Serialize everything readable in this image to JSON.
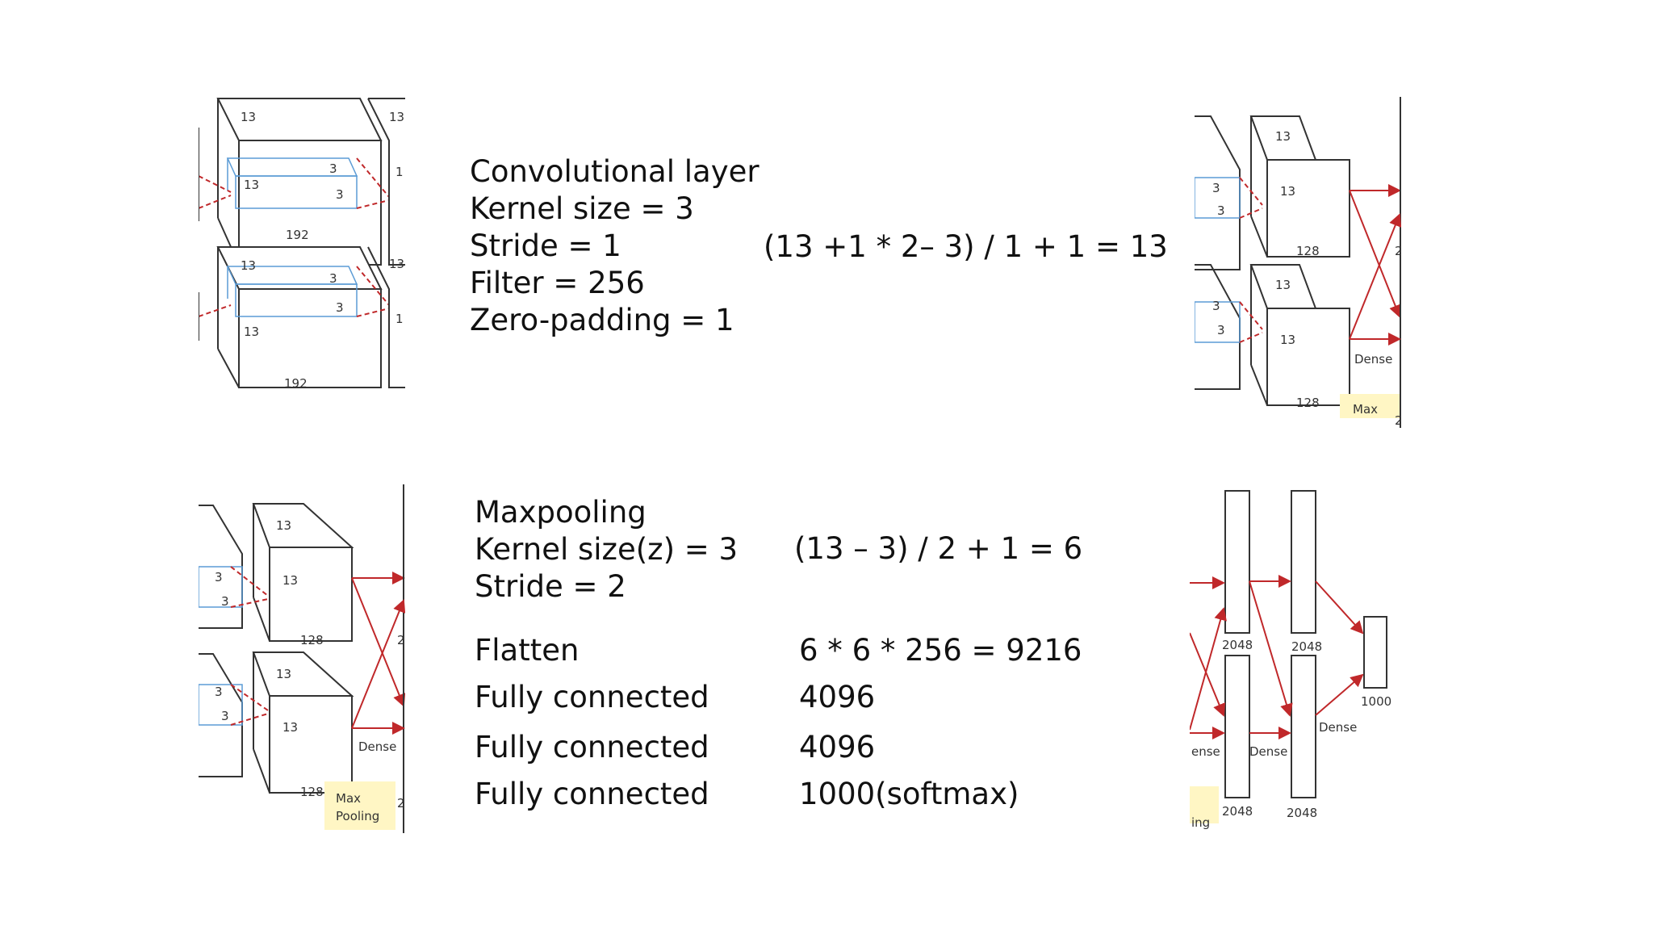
{
  "conv": {
    "lines": [
      "Convolutional layer",
      "Kernel size = 3",
      "Stride = 1",
      "Filter = 256",
      "Zero-padding = 1"
    ],
    "formula": "(13 +1 * 2– 3) / 1 + 1 = 13"
  },
  "pool": {
    "lines": [
      "Maxpooling",
      "Kernel size(z) = 3",
      "Stride = 2"
    ],
    "formula": "(13 – 3) / 2 + 1 = 6"
  },
  "layers": [
    {
      "label": "Flatten",
      "value": "6 * 6 * 256 = 9216"
    },
    {
      "label": "Fully connected",
      "value": "4096"
    },
    {
      "label": "Fully connected",
      "value": "4096"
    },
    {
      "label": "Fully connected",
      "value": "1000(softmax)"
    }
  ],
  "diagram_conv_left": {
    "top": {
      "depth": "13",
      "height": "13",
      "kernel_a": "3",
      "kernel_b": "3",
      "width": "192",
      "next": "13",
      "next2": "1"
    },
    "bottom": {
      "depth": "13",
      "height": "13",
      "kernel_a": "3",
      "kernel_b": "3",
      "width": "192",
      "next": "13",
      "next2": "1"
    }
  },
  "diagram_conv_right": {
    "top": {
      "kernel_a": "3",
      "kernel_b": "3",
      "depth": "13",
      "height": "13",
      "width": "128",
      "edge": "2"
    },
    "bottom": {
      "kernel_a": "3",
      "kernel_b": "3",
      "depth": "13",
      "height": "13",
      "width": "128",
      "dense": "Dense",
      "max": "Max",
      "edge": "2"
    }
  },
  "diagram_pool_left": {
    "top": {
      "kernel_a": "3",
      "kernel_b": "3",
      "depth": "13",
      "height": "13",
      "width": "128",
      "edge": "2"
    },
    "bottom": {
      "kernel_a": "3",
      "kernel_b": "3",
      "depth": "13",
      "height": "13",
      "width": "128",
      "dense": "Dense",
      "max": "Max",
      "pooling": "Pooling",
      "edge": "2"
    }
  },
  "diagram_fc_right": {
    "labels": {
      "a_top": "2048",
      "b_top": "2048",
      "out": "1000",
      "a_bottom": "2048",
      "b_bottom": "2048",
      "dense_left": "ense",
      "dense_mid": "Dense",
      "dense_right": "Dense",
      "ing": "ing"
    }
  },
  "colors": {
    "red": "#c0282a",
    "blue": "#5b9bd5",
    "highlight": "#fff6c4",
    "line": "#333333"
  }
}
